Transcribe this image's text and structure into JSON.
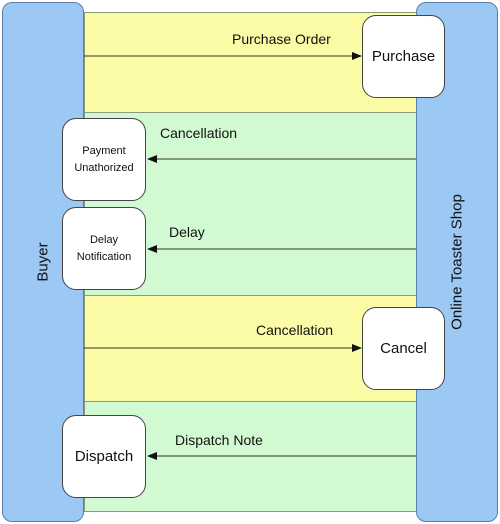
{
  "lanes": {
    "left": "Buyer",
    "right": "Online Toaster Shop"
  },
  "boxes": {
    "purchase": "Purchase",
    "payment_line1": "Payment",
    "payment_line2": "Unathorized",
    "delay_line1": "Delay",
    "delay_line2": "Notification",
    "cancel": "Cancel",
    "dispatch": "Dispatch"
  },
  "messages": {
    "purchase_order": "Purchase Order",
    "cancellation_1": "Cancellation",
    "delay": "Delay",
    "cancellation_2": "Cancellation",
    "dispatch_note": "Dispatch Note"
  },
  "colors": {
    "band_yellow": "#fbfba6",
    "band_green": "#d2fad2",
    "lane_blue": "#9cc8f4"
  }
}
